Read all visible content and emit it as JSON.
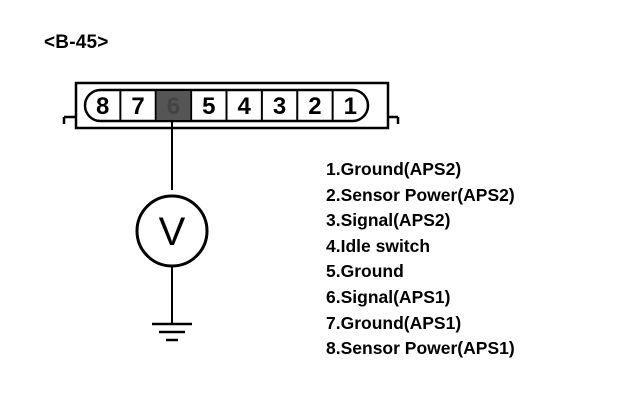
{
  "connector": {
    "id": "<B-45>",
    "pins": [
      {
        "label": "8",
        "highlighted": false
      },
      {
        "label": "7",
        "highlighted": false
      },
      {
        "label": "6",
        "highlighted": true
      },
      {
        "label": "5",
        "highlighted": false
      },
      {
        "label": "4",
        "highlighted": false
      },
      {
        "label": "3",
        "highlighted": false
      },
      {
        "label": "2",
        "highlighted": false
      },
      {
        "label": "1",
        "highlighted": false
      }
    ],
    "highlight_color": "#555555"
  },
  "meter": {
    "symbol": "V",
    "icon": "voltmeter-icon"
  },
  "ground": {
    "icon": "ground-symbol-icon"
  },
  "legend": [
    "1.Ground(APS2)",
    "2.Sensor Power(APS2)",
    "3.Signal(APS2)",
    "4.Idle switch",
    "5.Ground",
    "6.Signal(APS1)",
    "7.Ground(APS1)",
    "8.Sensor Power(APS1)"
  ]
}
